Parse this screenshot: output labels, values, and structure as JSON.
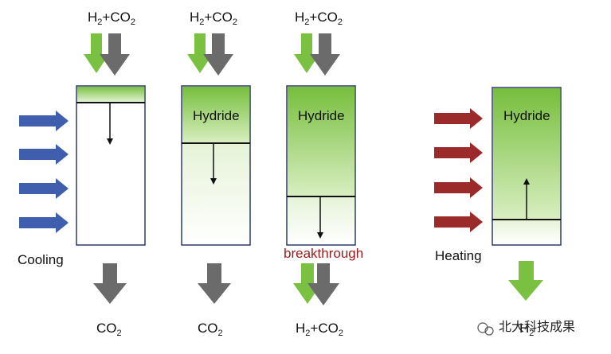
{
  "columns": [
    {
      "id": "c1",
      "input": {
        "pre": "H",
        "sub1": "2",
        "mid": "+CO",
        "sub2": "2"
      },
      "hydride": "",
      "output": {
        "pre": "CO",
        "sub1": "2"
      }
    },
    {
      "id": "c2",
      "input": {
        "pre": "H",
        "sub1": "2",
        "mid": "+CO",
        "sub2": "2"
      },
      "hydride": "Hydride",
      "output": {
        "pre": "CO",
        "sub1": "2"
      }
    },
    {
      "id": "c3",
      "input": {
        "pre": "H",
        "sub1": "2",
        "mid": "+CO",
        "sub2": "2"
      },
      "hydride": "Hydride",
      "note": "breakthrough",
      "output": {
        "pre": "H",
        "sub1": "2",
        "mid": "+CO",
        "sub2": "2"
      }
    },
    {
      "id": "c4",
      "hydride": "Hydride",
      "output": {
        "pre": "H",
        "sub1": "2"
      }
    }
  ],
  "labels": {
    "cooling": "Cooling",
    "heating": "Heating"
  },
  "watermark": "北大科技成果",
  "colors": {
    "green": "#7ac142",
    "gray": "#6b6b6b",
    "blue": "#3f5fae",
    "red": "#9b2a2a",
    "box_border": "#2b3a6b"
  }
}
